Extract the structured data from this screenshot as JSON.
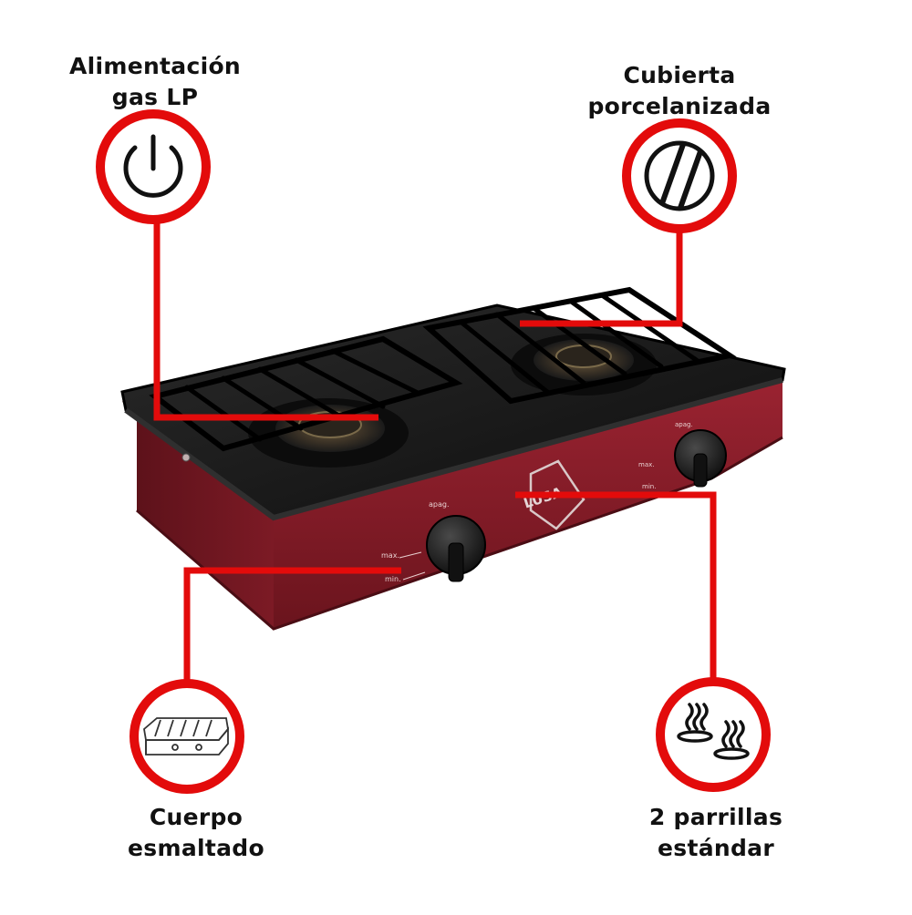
{
  "colors": {
    "accent_red": "#e30b0b",
    "stove_body": "#7a1a24",
    "stove_top": "#151515",
    "knob": "#1a1a1a",
    "background": "#ffffff"
  },
  "callouts": [
    {
      "id": "power",
      "icon": "power-icon",
      "lines": [
        "Alimentación",
        "gas LP"
      ]
    },
    {
      "id": "cover",
      "icon": "porcelain-cover-icon",
      "lines": [
        "Cubierta",
        "porcelanizada"
      ]
    },
    {
      "id": "body",
      "icon": "stove-outline-icon",
      "lines": [
        "Cuerpo",
        "esmaltado"
      ]
    },
    {
      "id": "burners",
      "icon": "burners-icon",
      "lines": [
        "2 parrillas",
        "estándar"
      ]
    }
  ],
  "stove": {
    "brand_mark": "LUSA",
    "knob_left": {
      "label_top": "apag.",
      "label_max": "max.",
      "label_min": "min."
    },
    "knob_right": {
      "label_top": "apag.",
      "label_max": "max.",
      "label_min": "min."
    }
  }
}
